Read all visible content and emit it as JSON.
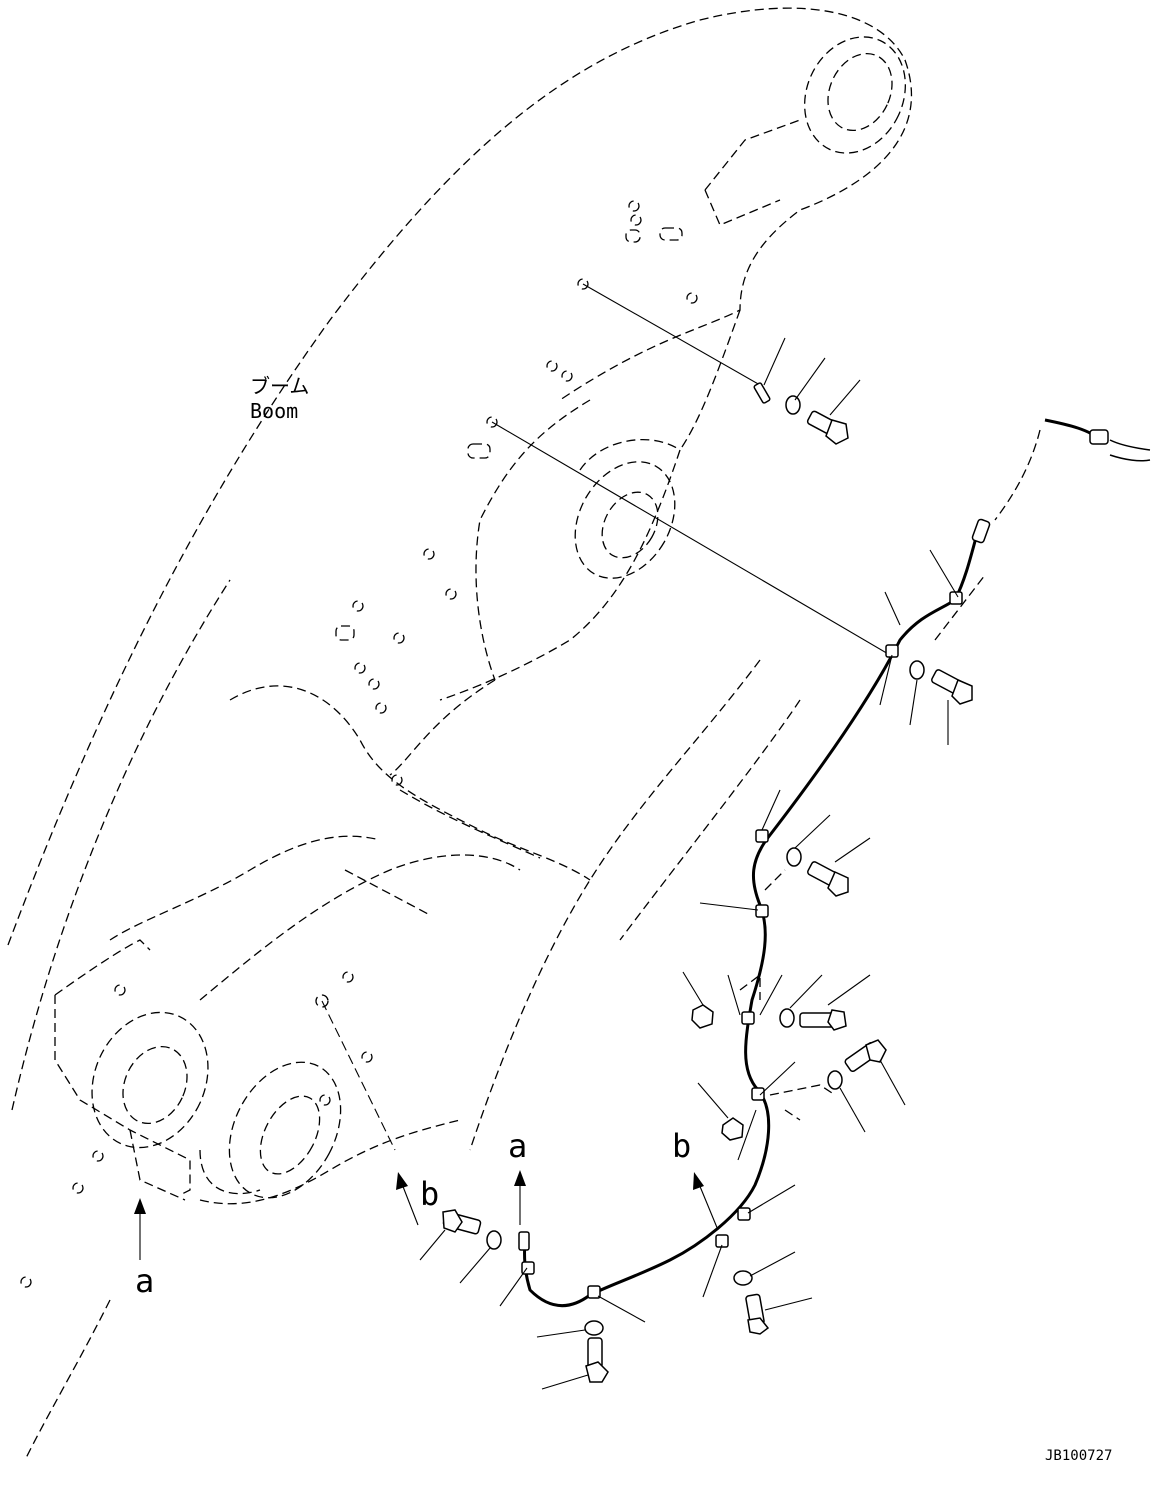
{
  "labels": {
    "boom_jp": "ブーム",
    "boom_en": "Boom",
    "ref_a": "a",
    "ref_b": "b",
    "drawing_no": "JB100727"
  }
}
